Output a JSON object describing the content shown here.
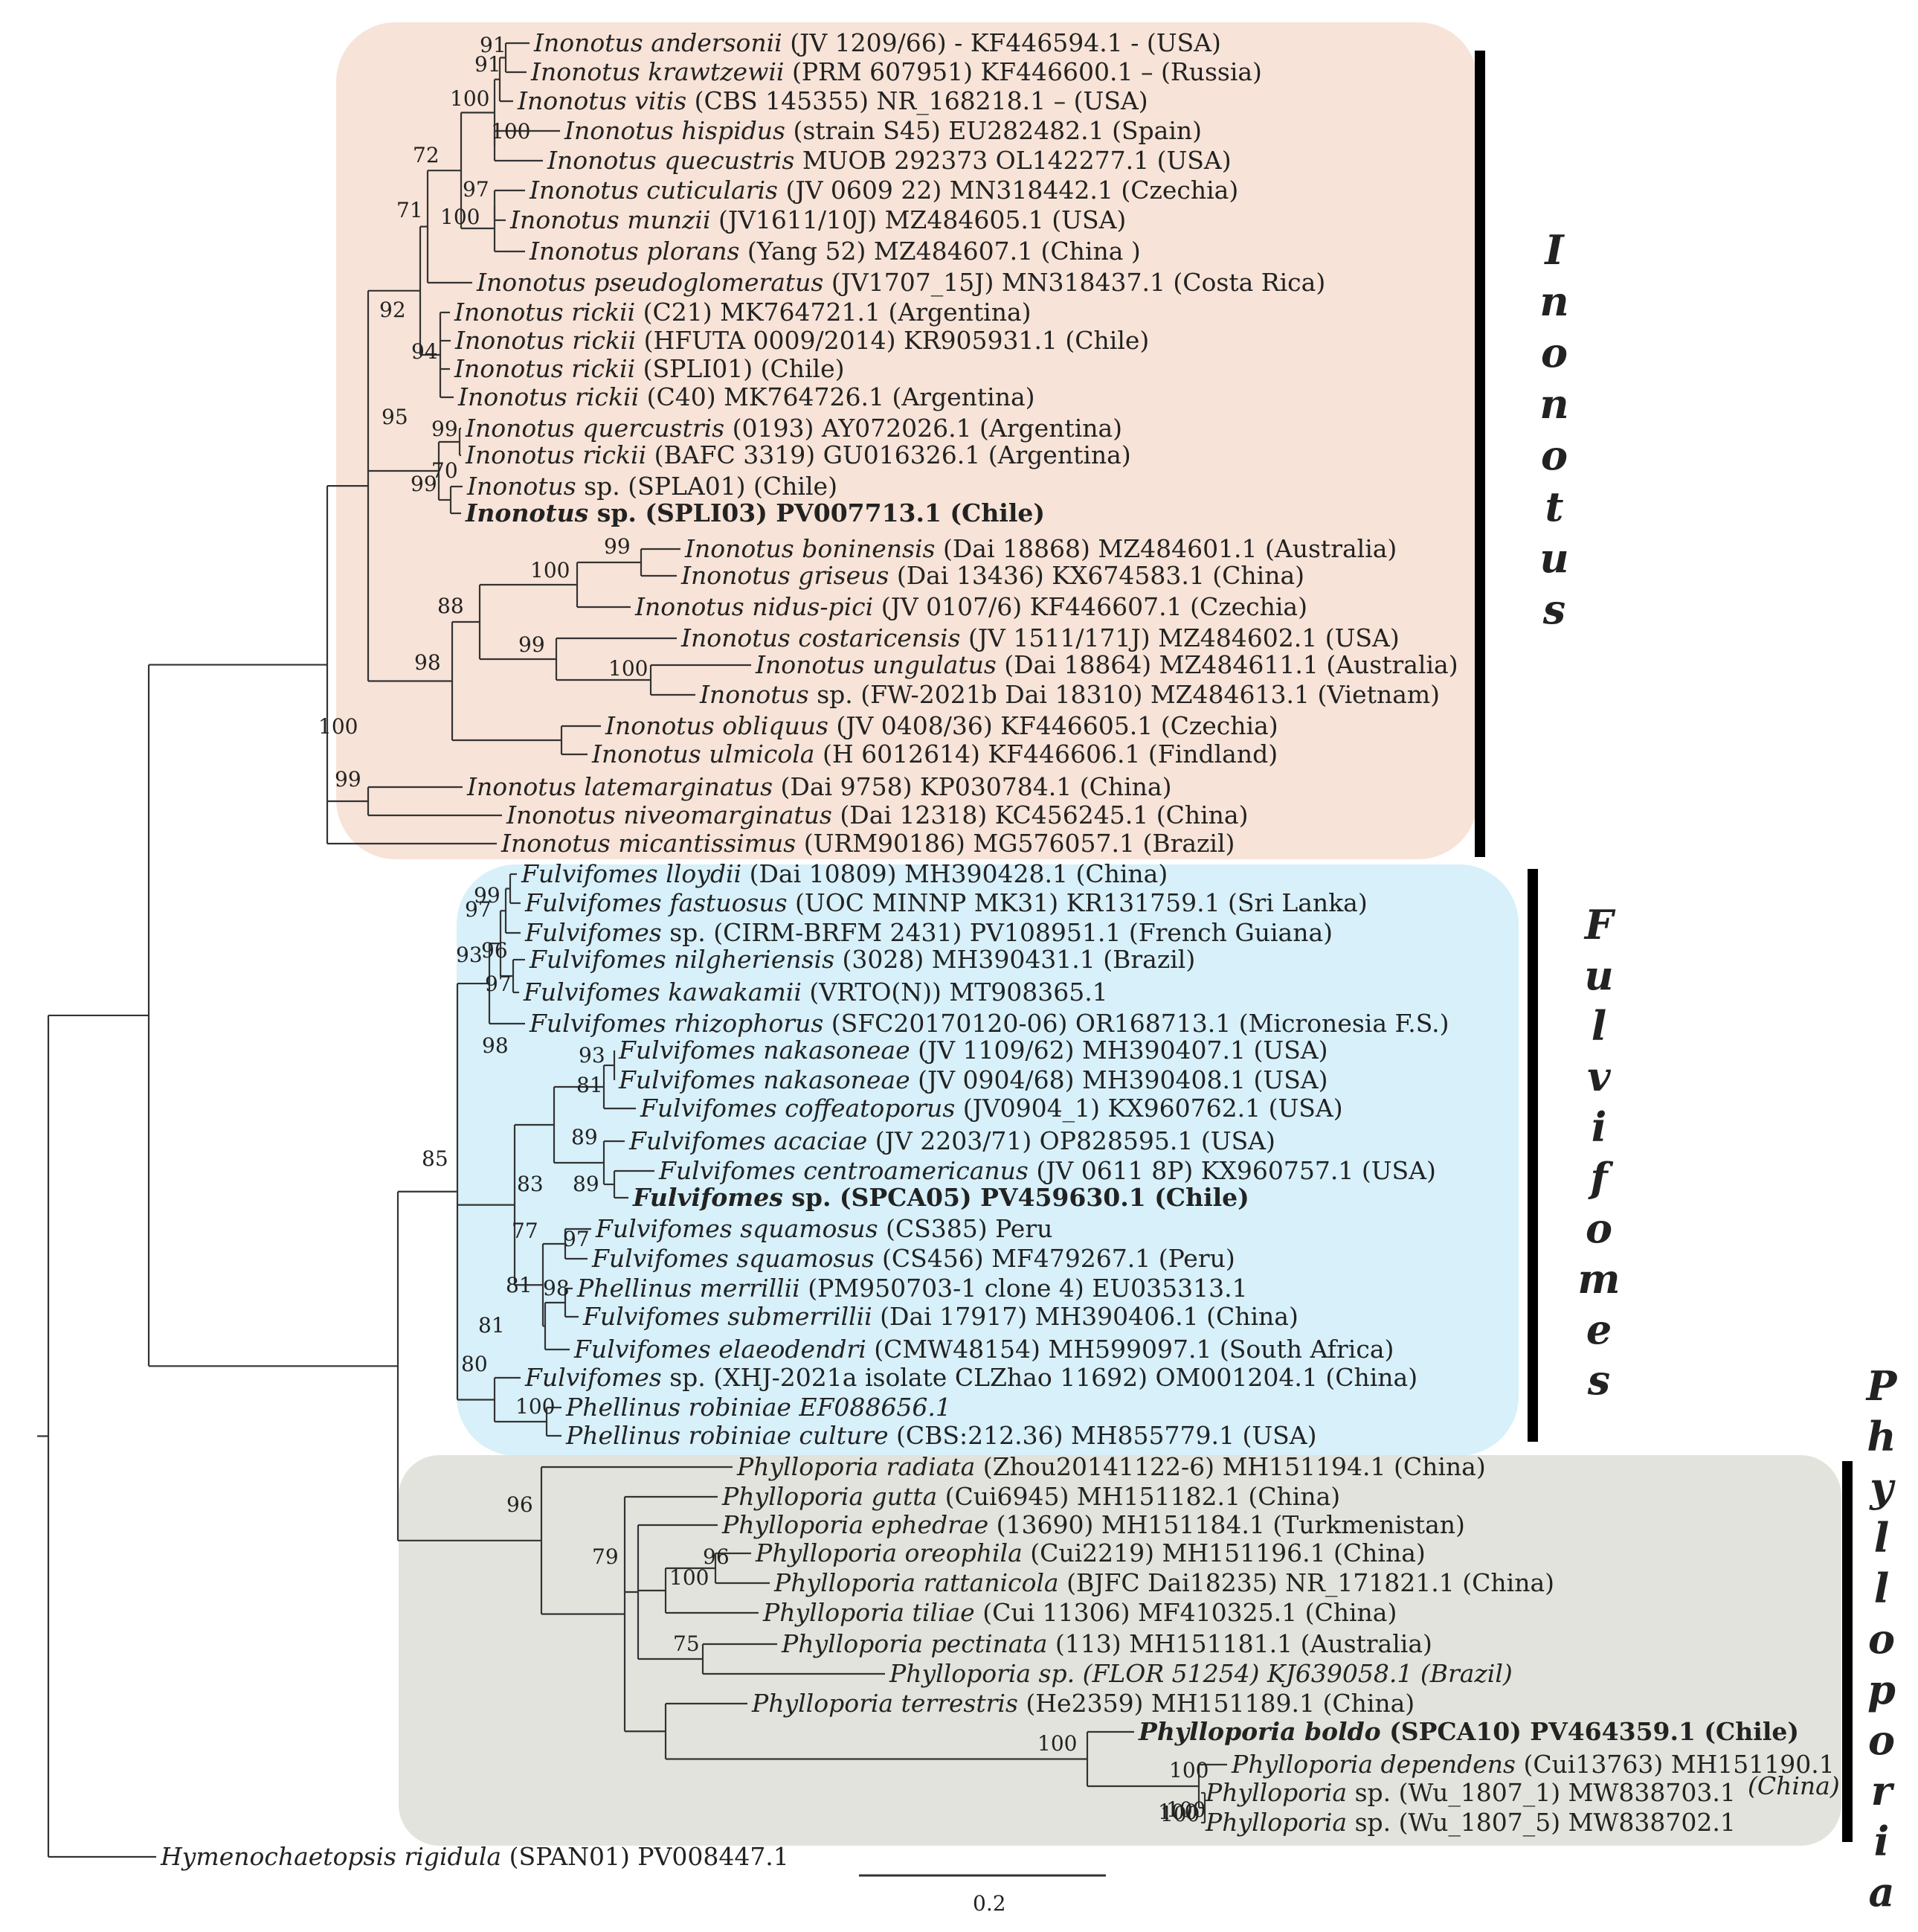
{
  "clades": [
    {
      "name": "Inonotus",
      "letters": [
        "I",
        "n",
        "o",
        "n",
        "o",
        "t",
        "u",
        "s"
      ],
      "fill": "#f7e3d7"
    },
    {
      "name": "Fulvifomes",
      "letters": [
        "F",
        "u",
        "l",
        "v",
        "i",
        "f",
        "o",
        "m",
        "e",
        "s"
      ],
      "fill": "#d7f0fa"
    },
    {
      "name": "Phylloporia",
      "letters": [
        "P",
        "h",
        "y",
        "l",
        "l",
        "o",
        "p",
        "o",
        "r",
        "i",
        "a"
      ],
      "fill": "#e3e3dd"
    }
  ],
  "taxa": [
    [
      {
        "t": "Inonotus andersonii",
        "i": true
      },
      {
        "t": " (JV 1209/66) - KF446594.1 - (USA)"
      }
    ],
    [
      {
        "t": "Inonotus krawtzewii",
        "i": true
      },
      {
        "t": " (PRM 607951) KF446600.1 – (Russia)"
      }
    ],
    [
      {
        "t": "Inonotus vitis",
        "i": true
      },
      {
        "t": " (CBS 145355) NR_168218.1 – (USA)"
      }
    ],
    [
      {
        "t": "Inonotus hispidus",
        "i": true
      },
      {
        "t": " (strain S45) EU282482.1 (Spain)"
      }
    ],
    [
      {
        "t": "Inonotus quecustris",
        "i": true
      },
      {
        "t": "  MUOB 292373 OL142277.1 (USA)"
      }
    ],
    [
      {
        "t": "Inonotus cuticularis",
        "i": true
      },
      {
        "t": " (JV 0609 22) MN318442.1 (Czechia)"
      }
    ],
    [
      {
        "t": "Inonotus munzii",
        "i": true
      },
      {
        "t": " (JV1611/10J) MZ484605.1 (USA)"
      }
    ],
    [
      {
        "t": "Inonotus plorans",
        "i": true
      },
      {
        "t": " (Yang 52) MZ484607.1 (China )"
      }
    ],
    [
      {
        "t": "Inonotus pseudoglomeratus",
        "i": true
      },
      {
        "t": " (JV1707_15J) MN318437.1 (Costa Rica)"
      }
    ],
    [
      {
        "t": "Inonotus rickii",
        "i": true
      },
      {
        "t": " (C21) MK764721.1 (Argentina)"
      }
    ],
    [
      {
        "t": "Inonotus rickii",
        "i": true
      },
      {
        "t": "  (HFUTA 0009/2014) KR905931.1 (Chile)"
      }
    ],
    [
      {
        "t": "Inonotus rickii",
        "i": true
      },
      {
        "t": "  (SPLI01)  (Chile)"
      }
    ],
    [
      {
        "t": "Inonotus rickii",
        "i": true
      },
      {
        "t": " (C40) MK764726.1 (Argentina)"
      }
    ],
    [
      {
        "t": "Inonotus quercustris",
        "i": true
      },
      {
        "t": "  (0193) AY072026.1 (Argentina)"
      }
    ],
    [
      {
        "t": "Inonotus rickii",
        "i": true
      },
      {
        "t": " (BAFC 3319) GU016326.1 (Argentina)"
      }
    ],
    [
      {
        "t": "Inonotus",
        "i": true
      },
      {
        "t": " sp. (SPLA01) (Chile)"
      }
    ],
    [
      {
        "t": "Inonotus",
        "i": true,
        "b": true
      },
      {
        "t": " sp. (SPLI03) PV007713.1 (Chile)",
        "b": true
      }
    ],
    [
      {
        "t": "Inonotus boninensis",
        "i": true
      },
      {
        "t": " (Dai 18868) MZ484601.1 (Australia)"
      }
    ],
    [
      {
        "t": "Inonotus griseus",
        "i": true
      },
      {
        "t": " (Dai 13436) KX674583.1 (China)"
      }
    ],
    [
      {
        "t": "Inonotus nidus-pici",
        "i": true
      },
      {
        "t": " (JV 0107/6) KF446607.1 (Czechia)"
      }
    ],
    [
      {
        "t": "Inonotus costaricensis",
        "i": true
      },
      {
        "t": " (JV 1511/171J) MZ484602.1 (USA)"
      }
    ],
    [
      {
        "t": "Inonotus ungulatus",
        "i": true
      },
      {
        "t": " (Dai 18864) MZ484611.1 (Australia)"
      }
    ],
    [
      {
        "t": "Inonotus",
        "i": true
      },
      {
        "t": " sp. (FW-2021b Dai 18310) MZ484613.1 (Vietnam)"
      }
    ],
    [
      {
        "t": "Inonotus obliquus",
        "i": true
      },
      {
        "t": " (JV 0408/36) KF446605.1 (Czechia)"
      }
    ],
    [
      {
        "t": "Inonotus ulmicola",
        "i": true
      },
      {
        "t": " (H 6012614) KF446606.1 (Findland)"
      }
    ],
    [
      {
        "t": "Inonotus latemarginatus",
        "i": true
      },
      {
        "t": " (Dai 9758) KP030784.1 (China)"
      }
    ],
    [
      {
        "t": "Inonotus niveomarginatus",
        "i": true
      },
      {
        "t": " (Dai 12318) KC456245.1 (China)"
      }
    ],
    [
      {
        "t": "Inonotus micantissimus",
        "i": true
      },
      {
        "t": " (URM90186) MG576057.1 (Brazil)"
      }
    ],
    [
      {
        "t": "Fulvifomes lloydii",
        "i": true
      },
      {
        "t": " (Dai 10809) MH390428.1 (China)"
      }
    ],
    [
      {
        "t": "Fulvifomes fastuosus",
        "i": true
      },
      {
        "t": " (UOC MINNP MK31) KR131759.1 (Sri Lanka)"
      }
    ],
    [
      {
        "t": "Fulvifomes",
        "i": true
      },
      {
        "t": " sp. (CIRM-BRFM 2431) PV108951.1 (French Guiana)"
      }
    ],
    [
      {
        "t": "Fulvifomes nilgheriensis",
        "i": true
      },
      {
        "t": " (3028) MH390431.1 (Brazil)"
      }
    ],
    [
      {
        "t": "Fulvifomes kawakamii",
        "i": true
      },
      {
        "t": " (VRTO(N)) MT908365.1"
      }
    ],
    [
      {
        "t": "Fulvifomes rhizophorus",
        "i": true
      },
      {
        "t": " (SFC20170120-06) OR168713.1 (Micronesia F.S.)"
      }
    ],
    [
      {
        "t": "Fulvifomes nakasoneae",
        "i": true
      },
      {
        "t": " (JV 1109/62) MH390407.1 (USA)"
      }
    ],
    [
      {
        "t": "Fulvifomes nakasoneae",
        "i": true
      },
      {
        "t": " (JV 0904/68) MH390408.1 (USA)"
      }
    ],
    [
      {
        "t": "Fulvifomes coffeatoporus",
        "i": true
      },
      {
        "t": " (JV0904_1) KX960762.1 (USA)"
      }
    ],
    [
      {
        "t": "Fulvifomes acaciae",
        "i": true
      },
      {
        "t": " (JV 2203/71) OP828595.1 (USA)"
      }
    ],
    [
      {
        "t": "Fulvifomes centroamericanus",
        "i": true
      },
      {
        "t": " (JV 0611 8P) KX960757.1 (USA)"
      }
    ],
    [
      {
        "t": "Fulvifomes",
        "i": true,
        "b": true
      },
      {
        "t": " sp. (SPCA05) PV459630.1 (Chile)",
        "b": true
      }
    ],
    [
      {
        "t": "Fulvifomes squamosus",
        "i": true
      },
      {
        "t": " (CS385) Peru"
      }
    ],
    [
      {
        "t": "Fulvifomes squamosus",
        "i": true
      },
      {
        "t": " (CS456) MF479267.1 (Peru)"
      }
    ],
    [
      {
        "t": "Phellinus merrillii",
        "i": true
      },
      {
        "t": " (PM950703-1 clone 4) EU035313.1"
      }
    ],
    [
      {
        "t": "Fulvifomes submerrillii",
        "i": true
      },
      {
        "t": " (Dai 17917) MH390406.1 (China)"
      }
    ],
    [
      {
        "t": "Fulvifomes elaeodendri",
        "i": true
      },
      {
        "t": " (CMW48154) MH599097.1 (South Africa)"
      }
    ],
    [
      {
        "t": "Fulvifomes",
        "i": true
      },
      {
        "t": " sp. (XHJ-2021a isolate CLZhao 11692) OM001204.1 (China)"
      }
    ],
    [
      {
        "t": "Phellinus robiniae EF088656.1",
        "i": true
      }
    ],
    [
      {
        "t": "Phellinus robiniae culture",
        "i": true
      },
      {
        "t": " (CBS:212.36) MH855779.1 (USA)"
      }
    ],
    [
      {
        "t": "Phylloporia radiata",
        "i": true
      },
      {
        "t": " (Zhou20141122-6) MH151194.1 (China)"
      }
    ],
    [
      {
        "t": "Phylloporia gutta",
        "i": true
      },
      {
        "t": " (Cui6945) MH151182.1 (China)"
      }
    ],
    [
      {
        "t": "Phylloporia ephedrae",
        "i": true
      },
      {
        "t": " (13690) MH151184.1 (Turkmenistan)"
      }
    ],
    [
      {
        "t": "Phylloporia oreophila",
        "i": true
      },
      {
        "t": " (Cui2219) MH151196.1 (China)"
      }
    ],
    [
      {
        "t": "Phylloporia rattanicola",
        "i": true
      },
      {
        "t": " (BJFC Dai18235) NR_171821.1 (China)"
      }
    ],
    [
      {
        "t": "Phylloporia tiliae",
        "i": true
      },
      {
        "t": " (Cui 11306) MF410325.1 (China)"
      }
    ],
    [
      {
        "t": "Phylloporia pectinata",
        "i": true
      },
      {
        "t": " (113) MH151181.1 (Australia)"
      }
    ],
    [
      {
        "t": "Phylloporia sp. (FLOR 51254) KJ639058.1 (Brazil)",
        "i": true
      }
    ],
    [
      {
        "t": "Phylloporia terrestris",
        "i": true
      },
      {
        "t": " (He2359) MH151189.1 (China)"
      }
    ],
    [
      {
        "t": "Phylloporia boldo",
        "i": true,
        "b": true
      },
      {
        "t": " (SPCA10)",
        "b": true
      },
      {
        "t": " PV464359.1 (Chile)",
        "b": true
      }
    ],
    [
      {
        "t": "Phylloporia dependens",
        "i": true
      },
      {
        "t": " (Cui13763) MH151190.1"
      }
    ],
    [
      {
        "t": "Phylloporia",
        "i": true
      },
      {
        "t": " sp. (Wu_1807_1) MW838703.1"
      }
    ],
    [
      {
        "t": "Phylloporia",
        "i": true
      },
      {
        "t": " sp. (Wu_1807_5) MW838702.1"
      }
    ],
    [
      {
        "t": "Hymenochaetopsis rigidula",
        "i": true
      },
      {
        "t": " (SPAN01) PV008447.1"
      }
    ]
  ],
  "extra_labels": [
    {
      "t": "(China)",
      "i": true
    }
  ],
  "support_values": [
    "91",
    "91",
    "100",
    "100",
    "72",
    "97",
    "100",
    "71",
    "92",
    "94",
    "95",
    "99",
    "70",
    "99",
    "99",
    "100",
    "88",
    "99",
    "100",
    "98",
    "100",
    "99",
    "99",
    "97",
    "96",
    "97",
    "93",
    "98",
    "93",
    "81",
    "89",
    "83",
    "89",
    "77",
    "97",
    "81",
    "98",
    "81",
    "80",
    "100",
    "85",
    "96",
    "79",
    "96",
    "100",
    "75",
    "100",
    "100",
    "100",
    "100",
    "100"
  ],
  "scale_bar": {
    "label": "0.2"
  }
}
